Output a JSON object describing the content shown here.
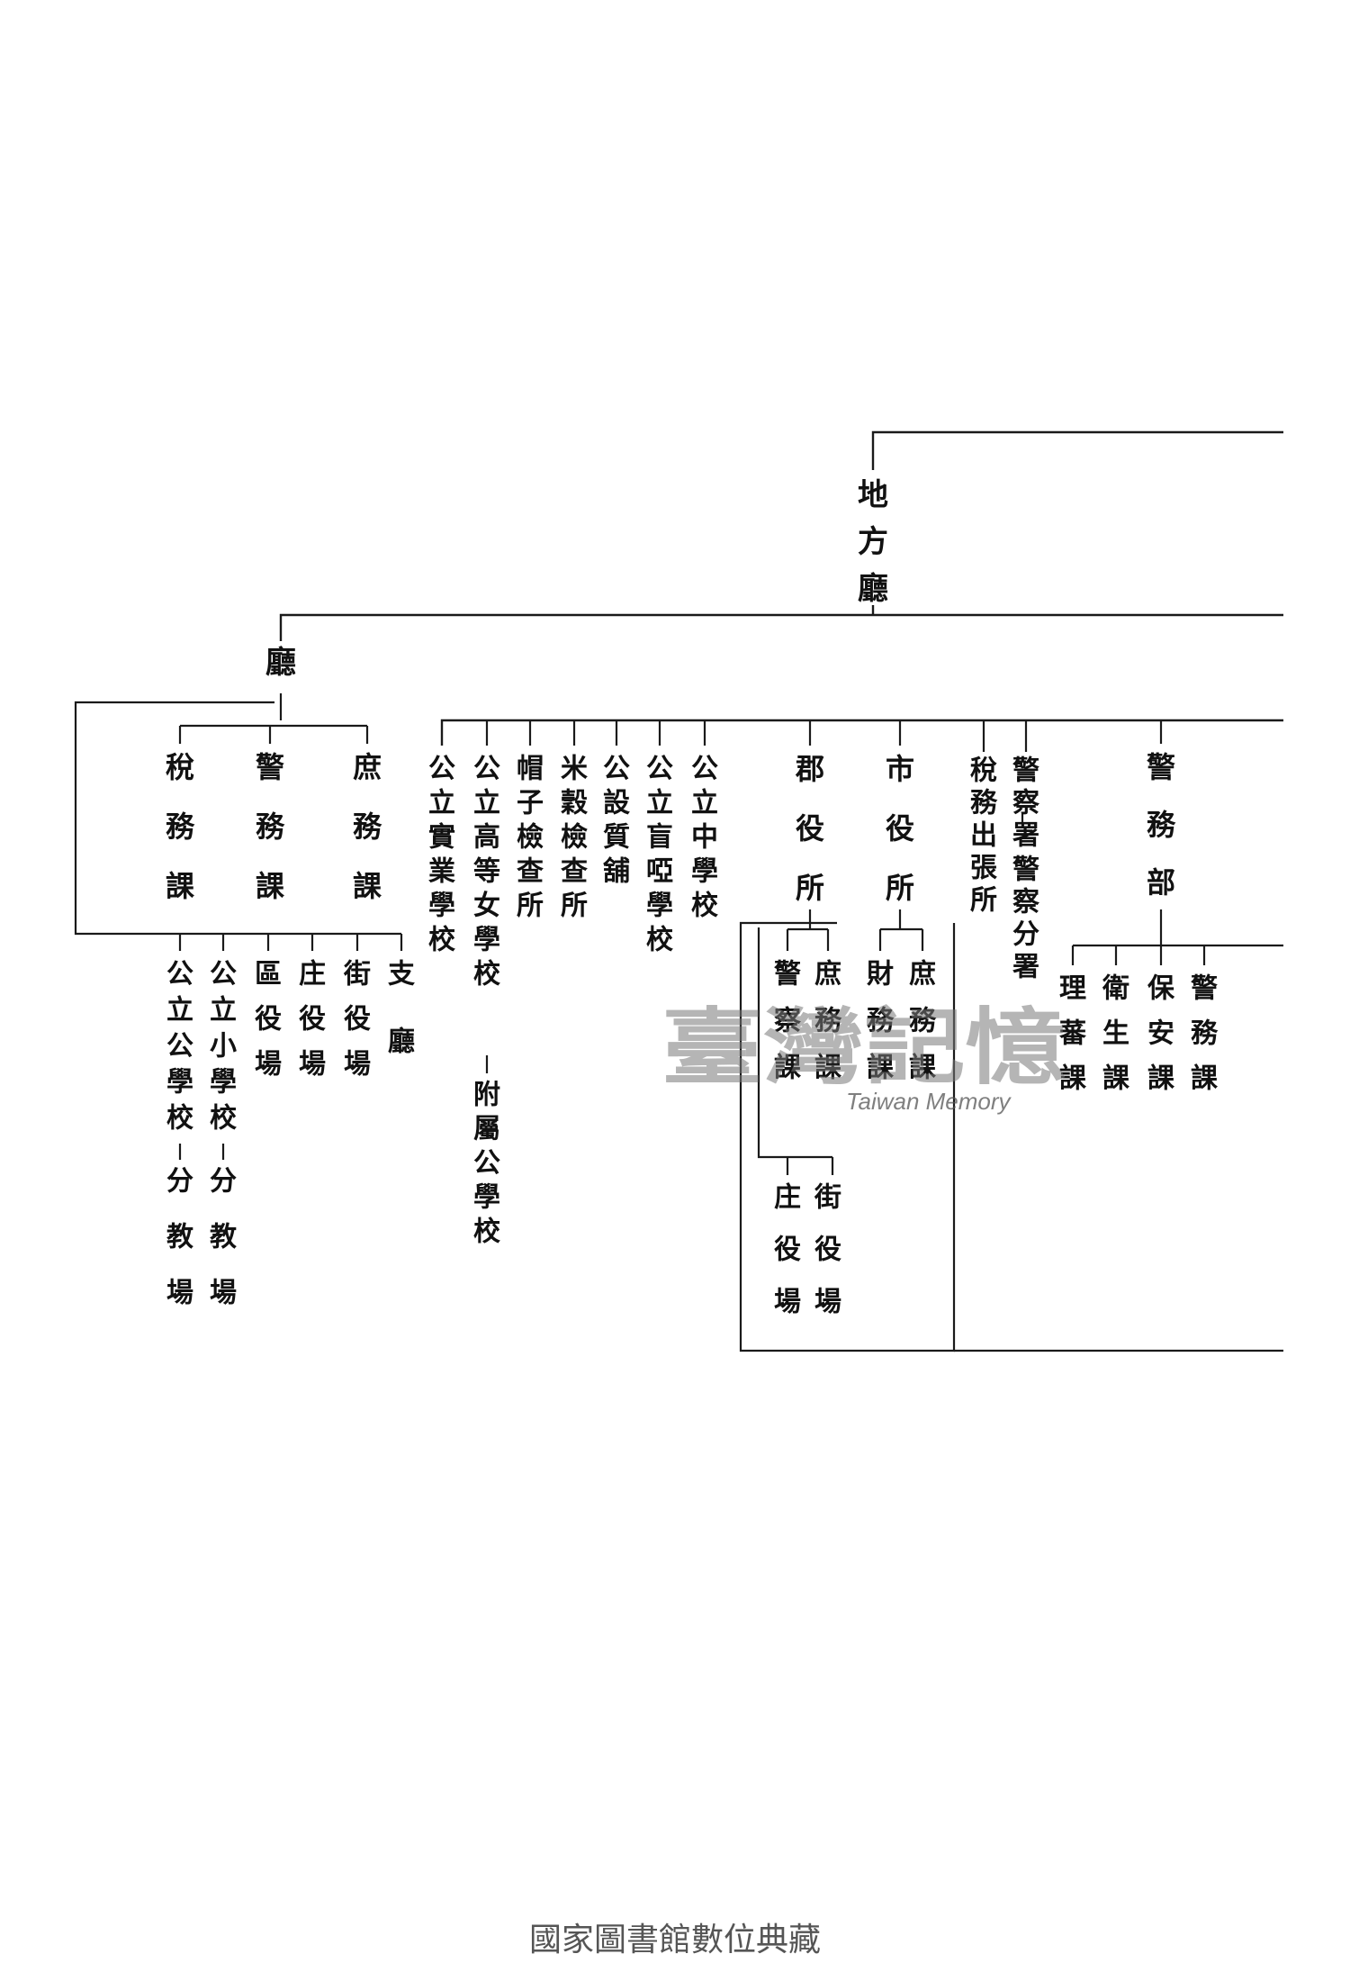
{
  "nodes": {
    "chihoucho": "地方廳",
    "cho": "廳",
    "shomuka": "庶務課",
    "keimuka_cho": "警務課",
    "zeimuka_cho": "稅務課",
    "shicho": "支廳",
    "gaiyakuba_cho": "街役場",
    "shoyakuba_cho": "庄役場",
    "kuyakuba": "區役場",
    "shogakko": "公立小學校",
    "shogakko_bun": "分教場",
    "kogakko": "公立公學校",
    "kogakko_bun": "分教場",
    "chugakko": "公立中學校",
    "moua": "公立盲啞學校",
    "shichiho": "公設質舖",
    "beikoku": "米穀檢查所",
    "boshi": "帽子檢查所",
    "kojo": "公立高等女學校",
    "kojo_fuzoku": "附屬公學校",
    "jitsugyo": "公立實業學校",
    "keimubu": "警務部",
    "keimuka_bu": "警務課",
    "hoanka": "保安課",
    "eiseika": "衛生課",
    "riban": "理蕃課",
    "keisatsusho": "警察署",
    "keisatsu_bunsho": "警察分署",
    "zeimu_shuccho": "稅務出張所",
    "shiyakusho": "市役所",
    "shomuka_shi": "庶務課",
    "zaimuka": "財務課",
    "gunyakusho": "郡役所",
    "shomuka_gun": "庶務課",
    "keisatsuka": "警察課",
    "gaiyakuba_gun": "街役場",
    "shoyakuba_gun": "庄役場"
  },
  "watermark": {
    "chinese": "臺灣記憶",
    "english": "Taiwan Memory"
  },
  "footer": "國家圖書館數位典藏"
}
